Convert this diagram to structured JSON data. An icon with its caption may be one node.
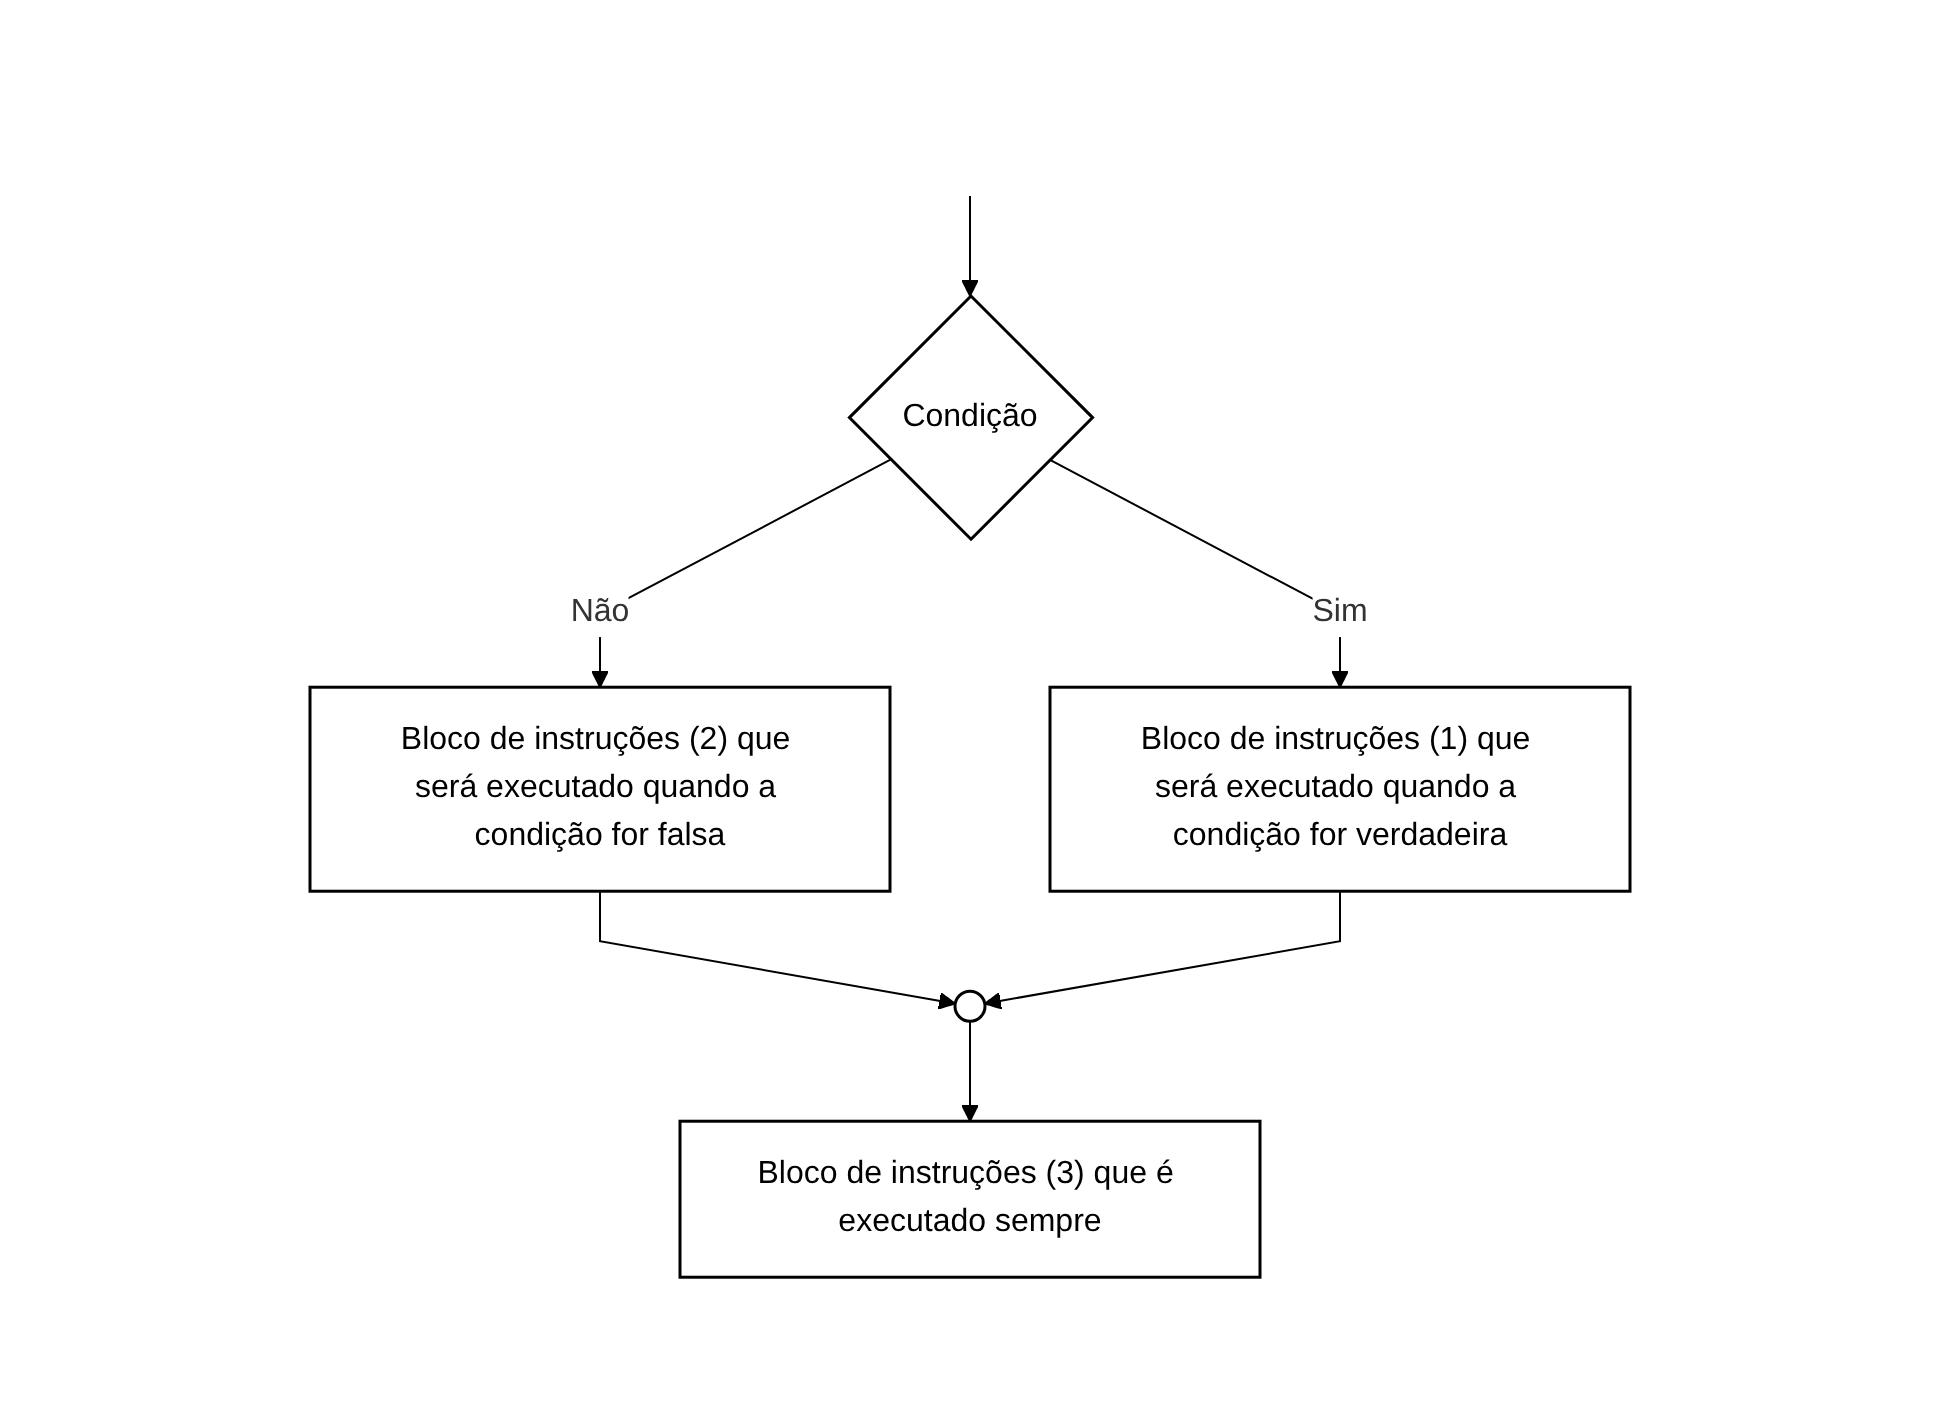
{
  "diagram": {
    "nodes": [
      {
        "text": [
          "Condição"
        ]
      },
      {
        "text": [
          "Bloco de instruções (2) que será executado quando a condição for falsa"
        ]
      },
      {
        "text": [
          "Bloco de instruções (1) que será executado quando a condição for verdadeira"
        ]
      },
      {
        "text": [],
        "shape": "circle"
      },
      {
        "text": [
          "Bloco de instruções (3) que é executado sempre"
        ]
      }
    ],
    "edges": [
      {
        "from": null,
        "to": 0,
        "arrow": "to"
      },
      {
        "from": 0,
        "to": 1,
        "label": "Não",
        "arrow": "to"
      },
      {
        "from": 0,
        "to": 2,
        "label": "Sim",
        "arrow": "to"
      },
      {
        "from": 1,
        "to": 3,
        "arrow": "to"
      },
      {
        "from": 2,
        "to": 3,
        "arrow": "to"
      },
      {
        "from": 3,
        "to": 4,
        "arrow": "to"
      }
    ]
  }
}
